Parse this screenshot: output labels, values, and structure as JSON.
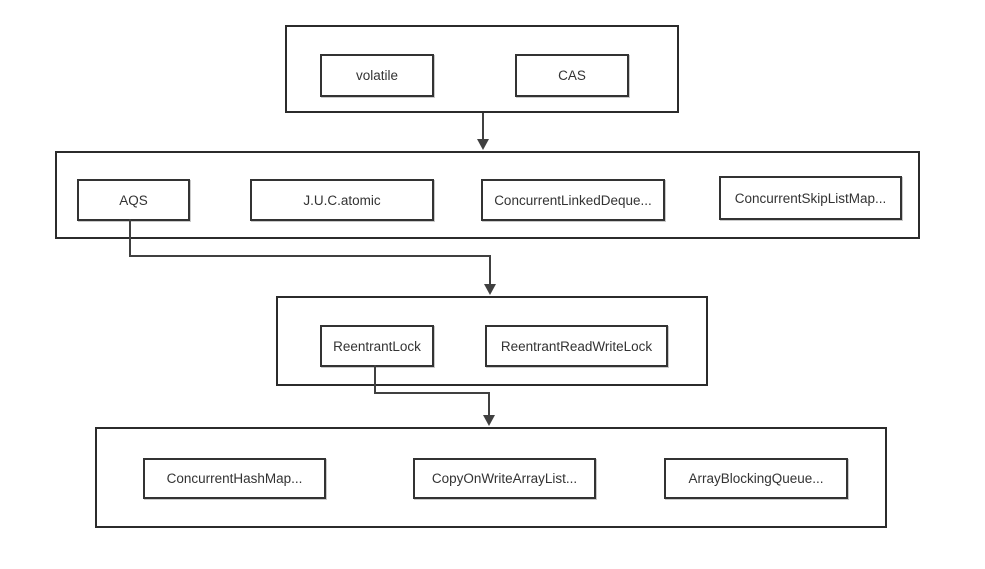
{
  "diagram": {
    "groups": [
      {
        "name": "cas-volatile-group",
        "nodes": [
          {
            "label": "volatile"
          },
          {
            "label": "CAS"
          }
        ]
      },
      {
        "name": "aqs-atomic-group",
        "nodes": [
          {
            "label": "AQS"
          },
          {
            "label": "J.U.C.atomic"
          },
          {
            "label": "ConcurrentLinkedDeque..."
          },
          {
            "label": "ConcurrentSkipListMap..."
          }
        ]
      },
      {
        "name": "lock-group",
        "nodes": [
          {
            "label": "ReentrantLock"
          },
          {
            "label": "ReentrantReadWriteLock"
          }
        ]
      },
      {
        "name": "collections-group",
        "nodes": [
          {
            "label": "ConcurrentHashMap..."
          },
          {
            "label": "CopyOnWriteArrayList..."
          },
          {
            "label": "ArrayBlockingQueue..."
          }
        ]
      }
    ],
    "connections": [
      {
        "from": "cas-volatile-group",
        "to": "aqs-atomic-group"
      },
      {
        "from": "AQS",
        "to": "lock-group"
      },
      {
        "from": "ReentrantLock",
        "to": "collections-group"
      }
    ],
    "colors": {
      "border": "#333333",
      "line": "#404040",
      "text": "#333333",
      "background": "#ffffff"
    }
  }
}
